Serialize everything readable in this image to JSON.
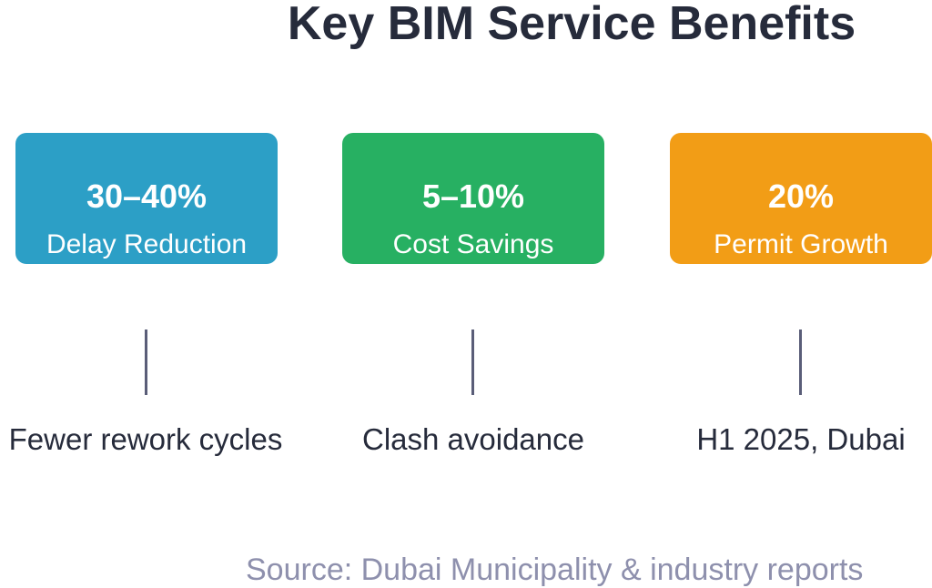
{
  "title": "Key BIM Service Benefits",
  "benefits": [
    {
      "value": "30–40%",
      "label": "Delay Reduction",
      "note": "Fewer rework cycles",
      "color": "#2c9fc6"
    },
    {
      "value": "5–10%",
      "label": "Cost Savings",
      "note": "Clash avoidance",
      "color": "#27b062"
    },
    {
      "value": "20%",
      "label": "Permit Growth",
      "note": "H1 2025, Dubai",
      "color": "#f29d16"
    }
  ],
  "source": "Source: Dubai Municipality & industry reports"
}
